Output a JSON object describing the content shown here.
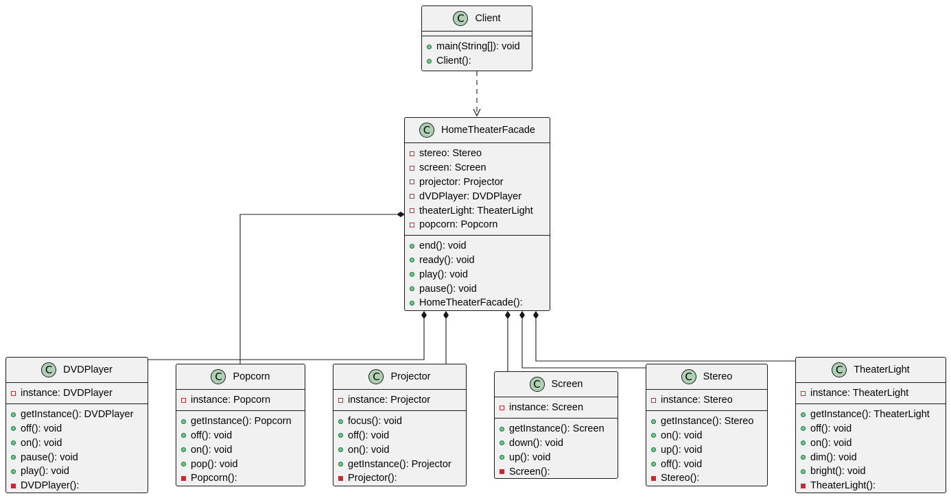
{
  "stereotype_glyph": "C",
  "colors": {
    "class_fill": "#f1f1f1",
    "class_border": "#181818",
    "badge_fill": "#add1b2",
    "public_marker": "#84be84",
    "private_marker": "#c82930"
  },
  "classes": {
    "client": {
      "name": "Client",
      "fields": [],
      "methods": [
        {
          "visibility": "public",
          "text": "main(String[]): void"
        },
        {
          "visibility": "public",
          "text": "Client():"
        }
      ]
    },
    "facade": {
      "name": "HomeTheaterFacade",
      "fields": [
        {
          "visibility": "private",
          "text": "stereo: Stereo"
        },
        {
          "visibility": "private",
          "text": "screen: Screen"
        },
        {
          "visibility": "private",
          "text": "projector: Projector"
        },
        {
          "visibility": "private",
          "text": "dVDPlayer: DVDPlayer"
        },
        {
          "visibility": "private",
          "text": "theaterLight: TheaterLight"
        },
        {
          "visibility": "private",
          "text": "popcorn: Popcorn"
        }
      ],
      "methods": [
        {
          "visibility": "public",
          "text": "end(): void"
        },
        {
          "visibility": "public",
          "text": "ready(): void"
        },
        {
          "visibility": "public",
          "text": "play(): void"
        },
        {
          "visibility": "public",
          "text": "pause(): void"
        },
        {
          "visibility": "public",
          "text": "HomeTheaterFacade():"
        }
      ]
    },
    "dvd": {
      "name": "DVDPlayer",
      "fields": [
        {
          "visibility": "private",
          "text": "instance: DVDPlayer"
        }
      ],
      "methods": [
        {
          "visibility": "public",
          "text": "getInstance(): DVDPlayer"
        },
        {
          "visibility": "public",
          "text": "off(): void"
        },
        {
          "visibility": "public",
          "text": "on(): void"
        },
        {
          "visibility": "public",
          "text": "pause(): void"
        },
        {
          "visibility": "public",
          "text": "play(): void"
        },
        {
          "visibility": "private",
          "text": "DVDPlayer():"
        }
      ]
    },
    "popcorn": {
      "name": "Popcorn",
      "fields": [
        {
          "visibility": "private",
          "text": "instance: Popcorn"
        }
      ],
      "methods": [
        {
          "visibility": "public",
          "text": "getInstance(): Popcorn"
        },
        {
          "visibility": "public",
          "text": "off(): void"
        },
        {
          "visibility": "public",
          "text": "on(): void"
        },
        {
          "visibility": "public",
          "text": "pop(): void"
        },
        {
          "visibility": "private",
          "text": "Popcorn():"
        }
      ]
    },
    "projector": {
      "name": "Projector",
      "fields": [
        {
          "visibility": "private",
          "text": "instance: Projector"
        }
      ],
      "methods": [
        {
          "visibility": "public",
          "text": "focus(): void"
        },
        {
          "visibility": "public",
          "text": "off(): void"
        },
        {
          "visibility": "public",
          "text": "on(): void"
        },
        {
          "visibility": "public",
          "text": "getInstance(): Projector"
        },
        {
          "visibility": "private",
          "text": "Projector():"
        }
      ]
    },
    "screen": {
      "name": "Screen",
      "fields": [
        {
          "visibility": "private",
          "text": "instance: Screen"
        }
      ],
      "methods": [
        {
          "visibility": "public",
          "text": "getInstance(): Screen"
        },
        {
          "visibility": "public",
          "text": "down(): void"
        },
        {
          "visibility": "public",
          "text": "up(): void"
        },
        {
          "visibility": "private",
          "text": "Screen():"
        }
      ]
    },
    "stereo": {
      "name": "Stereo",
      "fields": [
        {
          "visibility": "private",
          "text": "instance: Stereo"
        }
      ],
      "methods": [
        {
          "visibility": "public",
          "text": "getInstance(): Stereo"
        },
        {
          "visibility": "public",
          "text": "on(): void"
        },
        {
          "visibility": "public",
          "text": "up(): void"
        },
        {
          "visibility": "public",
          "text": "off(): void"
        },
        {
          "visibility": "private",
          "text": "Stereo():"
        }
      ]
    },
    "light": {
      "name": "TheaterLight",
      "fields": [
        {
          "visibility": "private",
          "text": "instance: TheaterLight"
        }
      ],
      "methods": [
        {
          "visibility": "public",
          "text": "getInstance(): TheaterLight"
        },
        {
          "visibility": "public",
          "text": "off(): void"
        },
        {
          "visibility": "public",
          "text": "on(): void"
        },
        {
          "visibility": "public",
          "text": "dim(): void"
        },
        {
          "visibility": "public",
          "text": "bright(): void"
        },
        {
          "visibility": "private",
          "text": "TheaterLight():"
        }
      ]
    }
  },
  "relations": [
    {
      "from": "client",
      "to": "facade",
      "type": "dependency"
    },
    {
      "from": "facade",
      "to": "popcorn",
      "type": "composition"
    },
    {
      "from": "facade",
      "to": "dvd",
      "type": "composition"
    },
    {
      "from": "facade",
      "to": "projector",
      "type": "composition"
    },
    {
      "from": "facade",
      "to": "screen",
      "type": "composition"
    },
    {
      "from": "facade",
      "to": "stereo",
      "type": "composition"
    },
    {
      "from": "facade",
      "to": "light",
      "type": "composition"
    }
  ]
}
